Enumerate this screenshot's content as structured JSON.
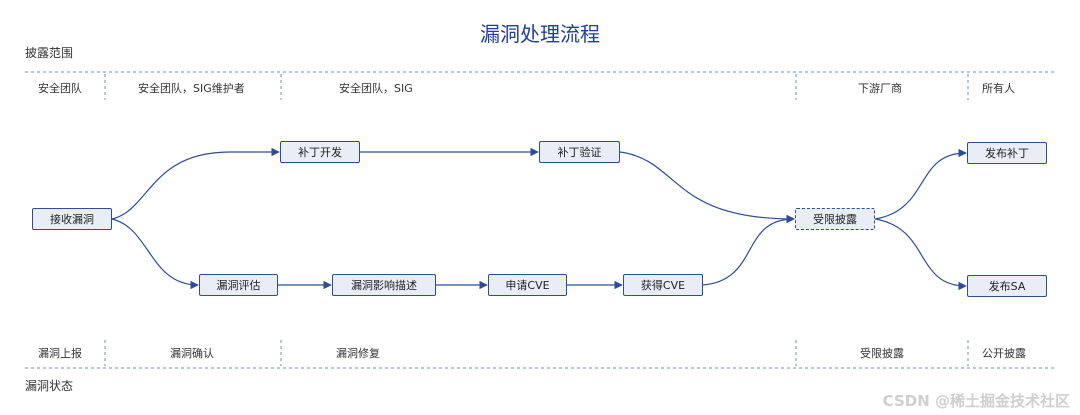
{
  "title": "漏洞处理流程",
  "top_section": {
    "label": "披露范围",
    "columns": [
      "安全团队",
      "安全团队，SIG维护者",
      "安全团队，SIG",
      "下游厂商",
      "所有人"
    ]
  },
  "bottom_section": {
    "label": "漏洞状态",
    "columns": [
      "漏洞上报",
      "漏洞确认",
      "漏洞修复",
      "受限披露",
      "公开披露"
    ]
  },
  "nodes": {
    "receive": "接收漏洞",
    "patch_dev": "补丁开发",
    "patch_verify": "补丁验证",
    "assess": "漏洞评估",
    "impact": "漏洞影响描述",
    "apply_cve": "申请CVE",
    "get_cve": "获得CVE",
    "limited": "受限披露",
    "publish_patch": "发布补丁",
    "publish_sa": "发布SA"
  },
  "watermark": "CSDN @稀土掘金技术社区",
  "colors": {
    "accent": "#2e4d96",
    "node_fill": "#e8edf6",
    "title": "#1f3f9a"
  }
}
